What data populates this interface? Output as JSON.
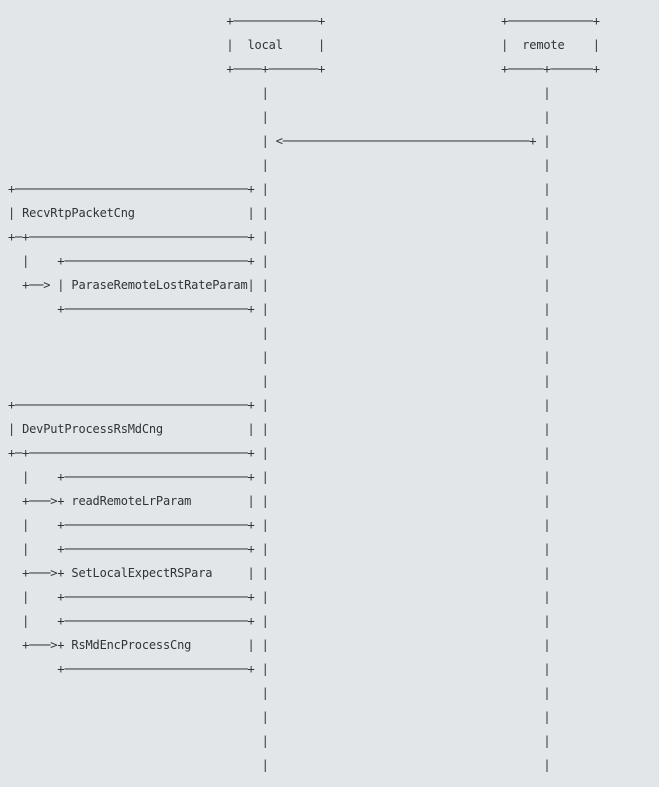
{
  "colors": {
    "background": "#e3e6e9",
    "ink": "#2f3439"
  },
  "diagram": {
    "participants": [
      "local",
      "remote"
    ],
    "flow": [
      {
        "kind": "message",
        "from": "remote",
        "to": "local",
        "label": ""
      },
      {
        "kind": "activation",
        "on": "local",
        "label": "RecvRtpPacketCng",
        "inner_calls": [
          "ParaseRemoteLostRateParam"
        ]
      },
      {
        "kind": "activation",
        "on": "local",
        "label": "DevPutProcessRsMdCng",
        "inner_calls": [
          "readRemoteLrParam",
          "SetLocalExpectRSPara",
          "RsMdEncProcessCng"
        ]
      }
    ]
  },
  "ascii": {
    "rows": [
      {
        "name": "participant-box-tops",
        "segs": [
          [
            31,
            "+"
          ],
          [
            32,
            "─",
            12
          ],
          [
            44,
            "+"
          ],
          [
            70,
            "+"
          ],
          [
            71,
            "─",
            12
          ],
          [
            83,
            "+"
          ]
        ]
      },
      {
        "name": "participant-labels",
        "segs": [
          [
            31,
            "|  local     |"
          ],
          [
            70,
            "|  remote    |"
          ]
        ]
      },
      {
        "name": "participant-box-bottoms",
        "segs": [
          [
            31,
            "+"
          ],
          [
            32,
            "─",
            4
          ],
          [
            36,
            "+"
          ],
          [
            37,
            "─",
            7
          ],
          [
            44,
            "+"
          ],
          [
            70,
            "+"
          ],
          [
            71,
            "─",
            5
          ],
          [
            76,
            "+"
          ],
          [
            77,
            "─",
            6
          ],
          [
            83,
            "+"
          ]
        ]
      },
      {
        "name": "lifelines",
        "segs": [
          [
            36,
            "|"
          ],
          [
            76,
            "|"
          ]
        ]
      },
      {
        "name": "lifelines",
        "segs": [
          [
            36,
            "|"
          ],
          [
            76,
            "|"
          ]
        ]
      },
      {
        "name": "message-arrow-remote-to-local",
        "segs": [
          [
            36,
            "|"
          ],
          [
            38,
            "<"
          ],
          [
            39,
            "─",
            35
          ],
          [
            74,
            "+"
          ],
          [
            76,
            "|"
          ]
        ]
      },
      {
        "name": "lifelines",
        "segs": [
          [
            36,
            "|"
          ],
          [
            76,
            "|"
          ]
        ]
      },
      {
        "name": "frame-top-recvrtppacketcng",
        "segs": [
          [
            0,
            "+"
          ],
          [
            1,
            "─",
            33
          ],
          [
            34,
            "+"
          ],
          [
            36,
            "|"
          ],
          [
            76,
            "|"
          ]
        ]
      },
      {
        "name": "frame-label-recvrtppacketcng",
        "segs": [
          [
            0,
            "| RecvRtpPacketCng"
          ],
          [
            34,
            "|"
          ],
          [
            36,
            "|"
          ],
          [
            76,
            "|"
          ]
        ]
      },
      {
        "name": "frame-bottom-recvrtppacketcng",
        "segs": [
          [
            0,
            "+"
          ],
          [
            1,
            "─",
            1
          ],
          [
            2,
            "+"
          ],
          [
            3,
            "─",
            31
          ],
          [
            34,
            "+"
          ],
          [
            36,
            "|"
          ],
          [
            76,
            "|"
          ]
        ]
      },
      {
        "name": "inner-box-border",
        "segs": [
          [
            2,
            "|"
          ],
          [
            7,
            "+"
          ],
          [
            8,
            "─",
            26
          ],
          [
            34,
            "+"
          ],
          [
            36,
            "|"
          ],
          [
            76,
            "|"
          ]
        ]
      },
      {
        "name": "self-call-paraseremotelostrateparam",
        "segs": [
          [
            2,
            "+"
          ],
          [
            3,
            "─",
            2
          ],
          [
            5,
            ">"
          ],
          [
            7,
            "| ParaseRemoteLostRateParam|"
          ],
          [
            36,
            "|"
          ],
          [
            76,
            "|"
          ]
        ]
      },
      {
        "name": "inner-box-border-end",
        "segs": [
          [
            7,
            "+"
          ],
          [
            8,
            "─",
            26
          ],
          [
            34,
            "+"
          ],
          [
            36,
            "|"
          ],
          [
            76,
            "|"
          ]
        ]
      },
      {
        "name": "lifelines",
        "segs": [
          [
            36,
            "|"
          ],
          [
            76,
            "|"
          ]
        ]
      },
      {
        "name": "lifelines",
        "segs": [
          [
            36,
            "|"
          ],
          [
            76,
            "|"
          ]
        ]
      },
      {
        "name": "lifelines",
        "segs": [
          [
            36,
            "|"
          ],
          [
            76,
            "|"
          ]
        ]
      },
      {
        "name": "frame-top-devputprocessrsmdcng",
        "segs": [
          [
            0,
            "+"
          ],
          [
            1,
            "─",
            33
          ],
          [
            34,
            "+"
          ],
          [
            36,
            "|"
          ],
          [
            76,
            "|"
          ]
        ]
      },
      {
        "name": "frame-label-devputprocessrsmdcng",
        "segs": [
          [
            0,
            "| DevPutProcessRsMdCng"
          ],
          [
            34,
            "|"
          ],
          [
            36,
            "|"
          ],
          [
            76,
            "|"
          ]
        ]
      },
      {
        "name": "frame-bottom-devputprocessrsmdcng",
        "segs": [
          [
            0,
            "+"
          ],
          [
            1,
            "─",
            1
          ],
          [
            2,
            "+"
          ],
          [
            3,
            "─",
            31
          ],
          [
            34,
            "+"
          ],
          [
            36,
            "|"
          ],
          [
            76,
            "|"
          ]
        ]
      },
      {
        "name": "inner-box-border",
        "segs": [
          [
            2,
            "|"
          ],
          [
            7,
            "+"
          ],
          [
            8,
            "─",
            26
          ],
          [
            34,
            "+"
          ],
          [
            36,
            "|"
          ],
          [
            76,
            "|"
          ]
        ]
      },
      {
        "name": "self-call-readremotelrparam",
        "segs": [
          [
            2,
            "+"
          ],
          [
            3,
            "─",
            3
          ],
          [
            6,
            ">"
          ],
          [
            7,
            "+ readRemoteLrParam"
          ],
          [
            34,
            "|"
          ],
          [
            36,
            "|"
          ],
          [
            76,
            "|"
          ]
        ]
      },
      {
        "name": "inner-box-border",
        "segs": [
          [
            2,
            "|"
          ],
          [
            7,
            "+"
          ],
          [
            8,
            "─",
            26
          ],
          [
            34,
            "+"
          ],
          [
            36,
            "|"
          ],
          [
            76,
            "|"
          ]
        ]
      },
      {
        "name": "inner-box-border",
        "segs": [
          [
            2,
            "|"
          ],
          [
            7,
            "+"
          ],
          [
            8,
            "─",
            26
          ],
          [
            34,
            "+"
          ],
          [
            36,
            "|"
          ],
          [
            76,
            "|"
          ]
        ]
      },
      {
        "name": "self-call-setlocalexpectrspara",
        "segs": [
          [
            2,
            "+"
          ],
          [
            3,
            "─",
            3
          ],
          [
            6,
            ">"
          ],
          [
            7,
            "+ SetLocalExpectRSPara"
          ],
          [
            34,
            "|"
          ],
          [
            36,
            "|"
          ],
          [
            76,
            "|"
          ]
        ]
      },
      {
        "name": "inner-box-border",
        "segs": [
          [
            2,
            "|"
          ],
          [
            7,
            "+"
          ],
          [
            8,
            "─",
            26
          ],
          [
            34,
            "+"
          ],
          [
            36,
            "|"
          ],
          [
            76,
            "|"
          ]
        ]
      },
      {
        "name": "inner-box-border",
        "segs": [
          [
            2,
            "|"
          ],
          [
            7,
            "+"
          ],
          [
            8,
            "─",
            26
          ],
          [
            34,
            "+"
          ],
          [
            36,
            "|"
          ],
          [
            76,
            "|"
          ]
        ]
      },
      {
        "name": "self-call-rsmdencprocesscng",
        "segs": [
          [
            2,
            "+"
          ],
          [
            3,
            "─",
            3
          ],
          [
            6,
            ">"
          ],
          [
            7,
            "+ RsMdEncProcessCng"
          ],
          [
            34,
            "|"
          ],
          [
            36,
            "|"
          ],
          [
            76,
            "|"
          ]
        ]
      },
      {
        "name": "inner-box-border-end",
        "segs": [
          [
            7,
            "+"
          ],
          [
            8,
            "─",
            26
          ],
          [
            34,
            "+"
          ],
          [
            36,
            "|"
          ],
          [
            76,
            "|"
          ]
        ]
      },
      {
        "name": "lifelines",
        "segs": [
          [
            36,
            "|"
          ],
          [
            76,
            "|"
          ]
        ]
      },
      {
        "name": "lifelines",
        "segs": [
          [
            36,
            "|"
          ],
          [
            76,
            "|"
          ]
        ]
      },
      {
        "name": "lifelines",
        "segs": [
          [
            36,
            "|"
          ],
          [
            76,
            "|"
          ]
        ]
      },
      {
        "name": "lifelines",
        "segs": [
          [
            36,
            "|"
          ],
          [
            76,
            "|"
          ]
        ]
      }
    ]
  }
}
